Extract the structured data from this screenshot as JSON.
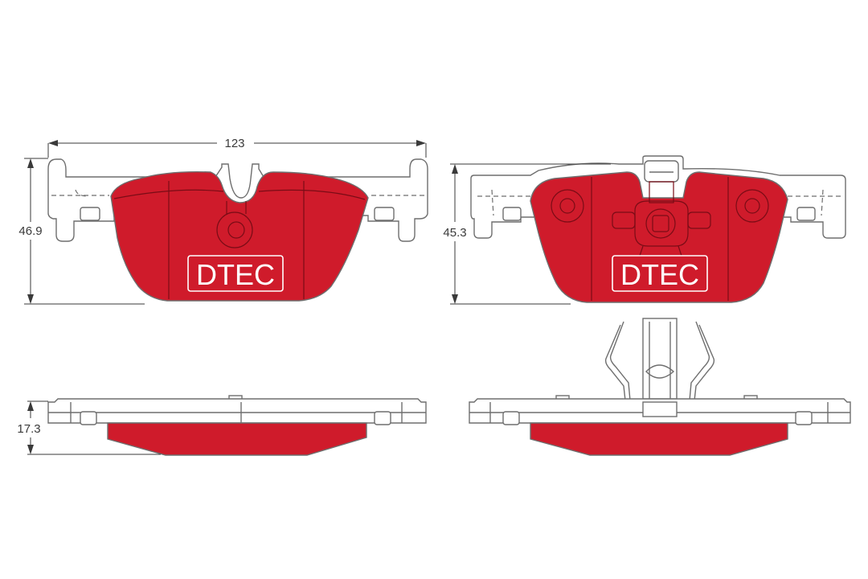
{
  "dimensions": {
    "width": "123",
    "height_left": "46.9",
    "height_right": "45.3",
    "thickness": "17.3"
  },
  "logo": {
    "left": "DTEC",
    "right": "DTEC"
  },
  "colors": {
    "friction": "#cf1b2b",
    "outline": "#6e6e6e",
    "dimension": "#3a3a3a"
  }
}
